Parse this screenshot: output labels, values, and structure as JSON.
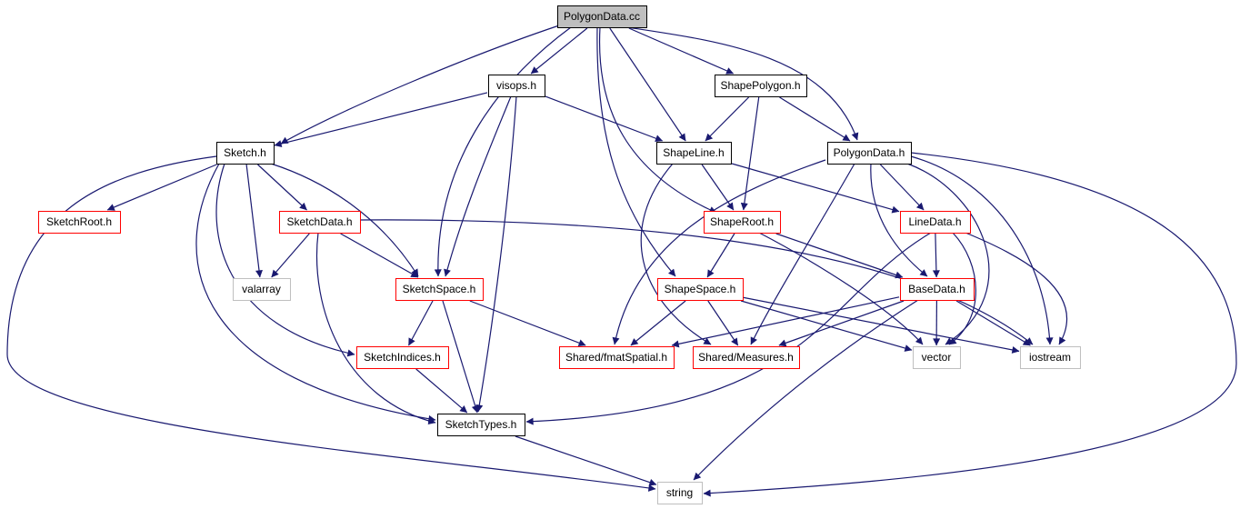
{
  "colors": {
    "edge": "#191970",
    "border_black": "#000000",
    "border_red": "#ff0000",
    "border_gray": "#bfbfbf",
    "root_fill": "#bfbfbf",
    "node_fill": "#ffffff",
    "text": "#000000"
  },
  "nodes": [
    {
      "id": "polygondata-cc",
      "label": "PolygonData.cc",
      "kind": "root"
    },
    {
      "id": "visops-h",
      "label": "visops.h",
      "kind": "black"
    },
    {
      "id": "shapepolygon-h",
      "label": "ShapePolygon.h",
      "kind": "black"
    },
    {
      "id": "sketch-h",
      "label": "Sketch.h",
      "kind": "black"
    },
    {
      "id": "shapeline-h",
      "label": "ShapeLine.h",
      "kind": "black"
    },
    {
      "id": "polygondata-h",
      "label": "PolygonData.h",
      "kind": "black"
    },
    {
      "id": "sketchroot-h",
      "label": "SketchRoot.h",
      "kind": "red"
    },
    {
      "id": "sketchdata-h",
      "label": "SketchData.h",
      "kind": "red"
    },
    {
      "id": "shaperoot-h",
      "label": "ShapeRoot.h",
      "kind": "red"
    },
    {
      "id": "linedata-h",
      "label": "LineData.h",
      "kind": "red"
    },
    {
      "id": "valarray",
      "label": "valarray",
      "kind": "gray"
    },
    {
      "id": "sketchspace-h",
      "label": "SketchSpace.h",
      "kind": "red"
    },
    {
      "id": "shapespace-h",
      "label": "ShapeSpace.h",
      "kind": "red"
    },
    {
      "id": "basedata-h",
      "label": "BaseData.h",
      "kind": "red"
    },
    {
      "id": "sketchindices-h",
      "label": "SketchIndices.h",
      "kind": "red"
    },
    {
      "id": "fmatspatial-h",
      "label": "Shared/fmatSpatial.h",
      "kind": "red"
    },
    {
      "id": "measures-h",
      "label": "Shared/Measures.h",
      "kind": "red"
    },
    {
      "id": "vector",
      "label": "vector",
      "kind": "gray"
    },
    {
      "id": "iostream",
      "label": "iostream",
      "kind": "gray"
    },
    {
      "id": "sketchtypes-h",
      "label": "SketchTypes.h",
      "kind": "black"
    },
    {
      "id": "string",
      "label": "string",
      "kind": "gray"
    }
  ],
  "edges": [
    [
      "polygondata-cc",
      "visops-h"
    ],
    [
      "polygondata-cc",
      "shapepolygon-h"
    ],
    [
      "polygondata-cc",
      "sketch-h"
    ],
    [
      "polygondata-cc",
      "shapeline-h"
    ],
    [
      "polygondata-cc",
      "polygondata-h"
    ],
    [
      "polygondata-cc",
      "sketchspace-h"
    ],
    [
      "polygondata-cc",
      "shaperoot-h"
    ],
    [
      "polygondata-cc",
      "shapespace-h"
    ],
    [
      "visops-h",
      "sketch-h"
    ],
    [
      "visops-h",
      "shapeline-h"
    ],
    [
      "visops-h",
      "sketchspace-h"
    ],
    [
      "visops-h",
      "sketchtypes-h"
    ],
    [
      "shapepolygon-h",
      "shapeline-h"
    ],
    [
      "shapepolygon-h",
      "shaperoot-h"
    ],
    [
      "shapepolygon-h",
      "polygondata-h"
    ],
    [
      "sketch-h",
      "sketchroot-h"
    ],
    [
      "sketch-h",
      "sketchdata-h"
    ],
    [
      "sketch-h",
      "valarray"
    ],
    [
      "sketch-h",
      "sketchspace-h"
    ],
    [
      "sketch-h",
      "sketchindices-h"
    ],
    [
      "sketch-h",
      "sketchtypes-h"
    ],
    [
      "sketch-h",
      "string"
    ],
    [
      "shapeline-h",
      "shaperoot-h"
    ],
    [
      "shapeline-h",
      "linedata-h"
    ],
    [
      "shapeline-h",
      "measures-h"
    ],
    [
      "polygondata-h",
      "linedata-h"
    ],
    [
      "polygondata-h",
      "basedata-h"
    ],
    [
      "polygondata-h",
      "fmatspatial-h"
    ],
    [
      "polygondata-h",
      "measures-h"
    ],
    [
      "polygondata-h",
      "vector"
    ],
    [
      "polygondata-h",
      "iostream"
    ],
    [
      "polygondata-h",
      "string"
    ],
    [
      "sketchdata-h",
      "valarray"
    ],
    [
      "sketchdata-h",
      "sketchspace-h"
    ],
    [
      "sketchdata-h",
      "sketchtypes-h"
    ],
    [
      "sketchdata-h",
      "iostream"
    ],
    [
      "shaperoot-h",
      "shapespace-h"
    ],
    [
      "shaperoot-h",
      "basedata-h"
    ],
    [
      "shaperoot-h",
      "vector"
    ],
    [
      "linedata-h",
      "basedata-h"
    ],
    [
      "linedata-h",
      "vector"
    ],
    [
      "linedata-h",
      "iostream"
    ],
    [
      "linedata-h",
      "sketchtypes-h"
    ],
    [
      "sketchspace-h",
      "sketchindices-h"
    ],
    [
      "sketchspace-h",
      "sketchtypes-h"
    ],
    [
      "sketchspace-h",
      "fmatspatial-h"
    ],
    [
      "shapespace-h",
      "fmatspatial-h"
    ],
    [
      "shapespace-h",
      "measures-h"
    ],
    [
      "shapespace-h",
      "vector"
    ],
    [
      "shapespace-h",
      "iostream"
    ],
    [
      "basedata-h",
      "fmatspatial-h"
    ],
    [
      "basedata-h",
      "measures-h"
    ],
    [
      "basedata-h",
      "vector"
    ],
    [
      "basedata-h",
      "iostream"
    ],
    [
      "basedata-h",
      "string"
    ],
    [
      "sketchindices-h",
      "sketchtypes-h"
    ],
    [
      "sketchtypes-h",
      "string"
    ]
  ]
}
